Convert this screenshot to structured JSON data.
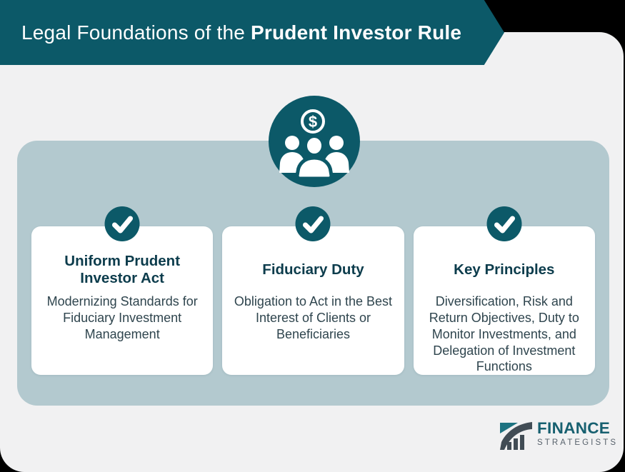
{
  "header": {
    "title_regular": "Legal Foundations of the ",
    "title_bold": "Prudent Investor Rule"
  },
  "center_icon": {
    "name": "people-group-with-dollar",
    "dollar_symbol": "$"
  },
  "cards": [
    {
      "badge_icon": "checkmark",
      "title": "Uniform Prudent Investor Act",
      "body": "Modernizing Standards for Fiduciary Investment Management"
    },
    {
      "badge_icon": "checkmark",
      "title": "Fiduciary Duty",
      "body": "Obligation to Act in the Best Interest of Clients or Beneficiaries"
    },
    {
      "badge_icon": "checkmark",
      "title": "Key Principles",
      "body": "Diversification, Risk and Return Objectives, Duty to Monitor Investments, and Delegation of Investment Functions"
    }
  ],
  "logo": {
    "name": "FINANCE",
    "subname": "STRATEGISTS",
    "icon": "growth-chart"
  },
  "colors": {
    "teal": "#0c5968",
    "panel": "#b3c9cf",
    "page_background": "#f1f1f2",
    "card_title": "#0c3c4c",
    "card_body": "#2f454e",
    "logo_teal": "#176070",
    "logo_gray": "#58626c",
    "logo_charcoal": "#414c55",
    "logo_wedge": "#1e7381"
  }
}
